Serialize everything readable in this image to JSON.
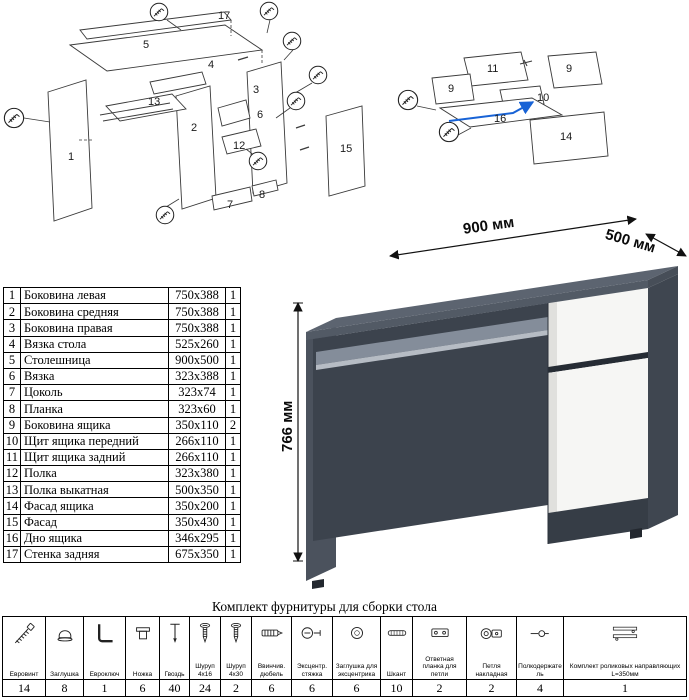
{
  "diagram": {
    "main_labels": [
      "17",
      "5",
      "13",
      "2",
      "3",
      "12",
      "6",
      "1",
      "15",
      "7",
      "8",
      "4"
    ],
    "drawer_labels": [
      "11",
      "9",
      "9",
      "10",
      "16",
      "14"
    ]
  },
  "render": {
    "dims": [
      "900 мм",
      "500 мм",
      "766 мм"
    ]
  },
  "parts_table": {
    "rows": [
      {
        "num": "1",
        "name": "Боковина левая",
        "size": "750х388",
        "qty": "1"
      },
      {
        "num": "2",
        "name": "Боковина средняя",
        "size": "750х388",
        "qty": "1"
      },
      {
        "num": "3",
        "name": "Боковина правая",
        "size": "750х388",
        "qty": "1"
      },
      {
        "num": "4",
        "name": "Вязка стола",
        "size": "525х260",
        "qty": "1"
      },
      {
        "num": "5",
        "name": "Столешница",
        "size": "900х500",
        "qty": "1"
      },
      {
        "num": "6",
        "name": "Вязка",
        "size": "323х388",
        "qty": "1"
      },
      {
        "num": "7",
        "name": "Цоколь",
        "size": "323х74",
        "qty": "1"
      },
      {
        "num": "8",
        "name": "Планка",
        "size": "323х60",
        "qty": "1"
      },
      {
        "num": "9",
        "name": "Боковина ящика",
        "size": "350х110",
        "qty": "2"
      },
      {
        "num": "10",
        "name": "Щит ящика передний",
        "size": "266х110",
        "qty": "1"
      },
      {
        "num": "11",
        "name": "Щит ящика задний",
        "size": "266х110",
        "qty": "1"
      },
      {
        "num": "12",
        "name": "Полка",
        "size": "323х380",
        "qty": "1"
      },
      {
        "num": "13",
        "name": "Полка выкатная",
        "size": "500х350",
        "qty": "1"
      },
      {
        "num": "14",
        "name": "Фасад ящика",
        "size": "350х200",
        "qty": "1"
      },
      {
        "num": "15",
        "name": "Фасад",
        "size": "350х430",
        "qty": "1"
      },
      {
        "num": "16",
        "name": "Дно ящика",
        "size": "346х295",
        "qty": "1"
      },
      {
        "num": "17",
        "name": "Стенка задняя",
        "size": "675х350",
        "qty": "1"
      }
    ]
  },
  "hardware": {
    "title": "Комплект фурнитуры для сборки стола",
    "items": [
      {
        "label": "Евровинт",
        "qty": "14",
        "icon_ref": "#i-confirmat",
        "icon_name": "euro-screw-icon"
      },
      {
        "label": "Заглушка",
        "qty": "8",
        "icon_ref": "#i-cap",
        "icon_name": "cap-icon"
      },
      {
        "label": "Евроключ",
        "qty": "1",
        "icon_ref": "#i-hexkey",
        "icon_name": "hex-key-icon"
      },
      {
        "label": "Ножка",
        "qty": "6",
        "icon_ref": "#i-foot",
        "icon_name": "foot-icon"
      },
      {
        "label": "Гвоздь",
        "qty": "40",
        "icon_ref": "#i-nail",
        "icon_name": "nail-icon"
      },
      {
        "label": "Шуруп 4х16",
        "qty": "24",
        "icon_ref": "#i-screw",
        "icon_name": "screw-4x16-icon"
      },
      {
        "label": "Шуруп 4х30",
        "qty": "2",
        "icon_ref": "#i-screw",
        "icon_name": "screw-4x30-icon"
      },
      {
        "label": "Ввинчив. дюбель",
        "qty": "6",
        "icon_ref": "#i-dowel",
        "icon_name": "dowel-screw-icon"
      },
      {
        "label": "Эксцентр. стяжка",
        "qty": "6",
        "icon_ref": "#i-cam",
        "icon_name": "cam-lock-icon"
      },
      {
        "label": "Заглушка для эксцентрика",
        "qty": "6",
        "icon_ref": "#i-camcap",
        "icon_name": "cam-cap-icon"
      },
      {
        "label": "Шкант",
        "qty": "10",
        "icon_ref": "#i-shkant",
        "icon_name": "wood-dowel-icon"
      },
      {
        "label": "Ответная планка для петли",
        "qty": "2",
        "icon_ref": "#i-plate",
        "icon_name": "hinge-plate-icon"
      },
      {
        "label": "Петля накладная",
        "qty": "2",
        "icon_ref": "#i-hinge",
        "icon_name": "hinge-icon"
      },
      {
        "label": "Полкодержатель",
        "qty": "4",
        "icon_ref": "#i-peg",
        "icon_name": "shelf-support-icon"
      },
      {
        "label": "Комплект роликовых направляющих L=350мм",
        "qty": "1",
        "icon_ref": "#i-rails",
        "icon_name": "drawer-slides-icon"
      }
    ]
  }
}
